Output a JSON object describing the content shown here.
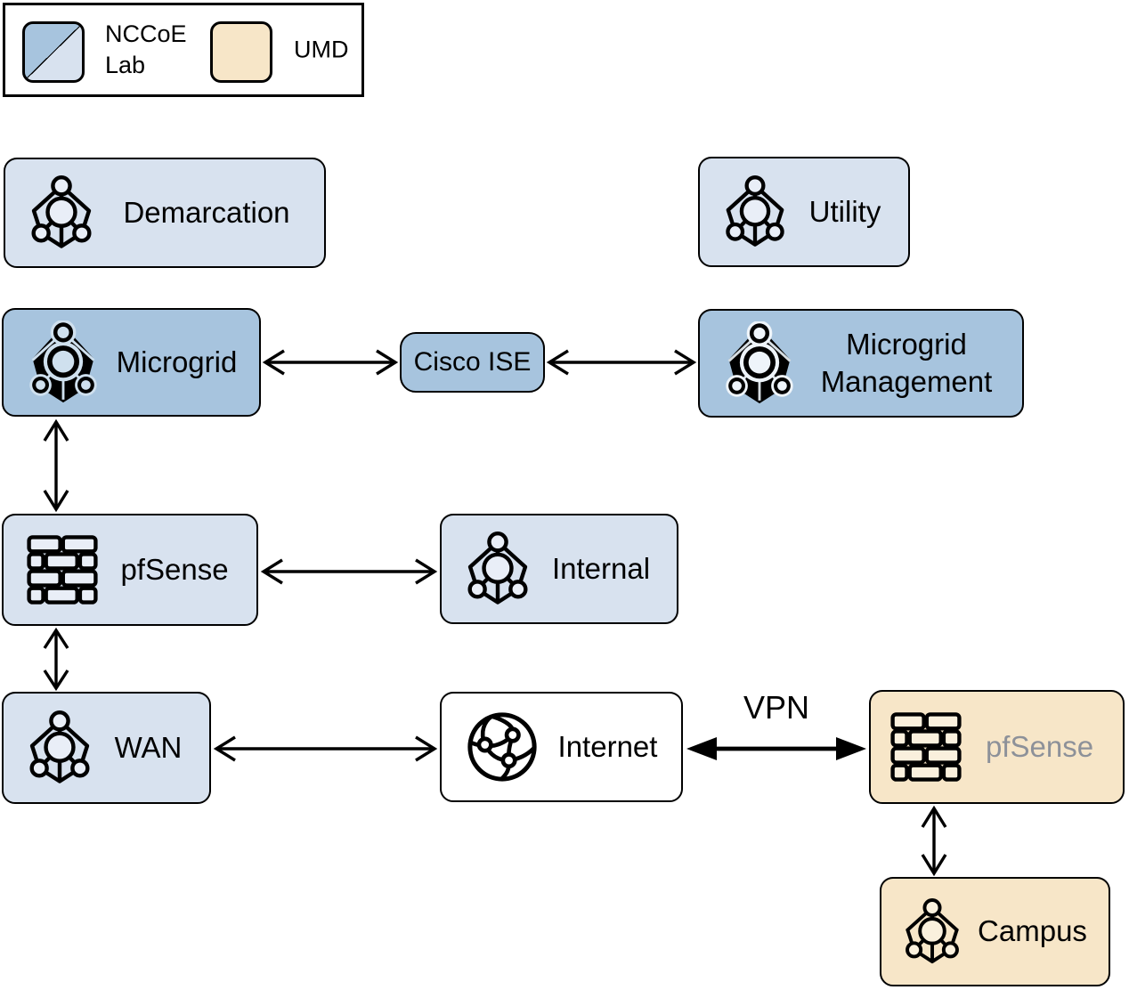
{
  "legend": {
    "items": [
      {
        "swatch": "nccoe-lab-swatch",
        "label": "NCCoE Lab"
      },
      {
        "swatch": "umd-swatch",
        "label": "UMD"
      }
    ]
  },
  "nodes": {
    "demarcation": {
      "label": "Demarcation",
      "icon": "network-icon"
    },
    "utility": {
      "label": "Utility",
      "icon": "network-icon"
    },
    "microgrid": {
      "label": "Microgrid",
      "icon": "network-icon-solid"
    },
    "cisco_ise": {
      "label": "Cisco ISE"
    },
    "microgrid_management": {
      "label": "Microgrid Management",
      "icon": "network-icon-solid"
    },
    "pfsense_nccoe": {
      "label": "pfSense",
      "icon": "firewall-icon"
    },
    "internal": {
      "label": "Internal",
      "icon": "network-icon"
    },
    "wan": {
      "label": "WAN",
      "icon": "network-icon"
    },
    "internet": {
      "label": "Internet",
      "icon": "globe-icon"
    },
    "pfsense_umd": {
      "label": "pfSense",
      "icon": "firewall-icon"
    },
    "campus": {
      "label": "Campus",
      "icon": "network-icon"
    }
  },
  "edge_labels": {
    "vpn": "VPN"
  },
  "connections": [
    {
      "from": "Microgrid",
      "to": "Cisco ISE",
      "style": "double-arrow"
    },
    {
      "from": "Cisco ISE",
      "to": "Microgrid Management",
      "style": "double-arrow"
    },
    {
      "from": "Microgrid",
      "to": "pfSense (NCCoE)",
      "style": "double-arrow"
    },
    {
      "from": "pfSense (NCCoE)",
      "to": "Internal",
      "style": "double-arrow"
    },
    {
      "from": "pfSense (NCCoE)",
      "to": "WAN",
      "style": "double-arrow"
    },
    {
      "from": "WAN",
      "to": "Internet",
      "style": "double-arrow"
    },
    {
      "from": "Internet",
      "to": "pfSense (UMD)",
      "style": "double-arrow-bold",
      "label": "VPN"
    },
    {
      "from": "pfSense (UMD)",
      "to": "Campus",
      "style": "double-arrow"
    }
  ],
  "colors": {
    "light_blue": "#d8e2ef",
    "dark_blue": "#a7c4de",
    "umd_tan": "#f7e6c8",
    "outline_black": "#000000",
    "pfsense_umd_text_gray": "#8d9199",
    "brick_fill_blue": "#e9eef7",
    "brick_fill_tan": "#faf0dd"
  }
}
